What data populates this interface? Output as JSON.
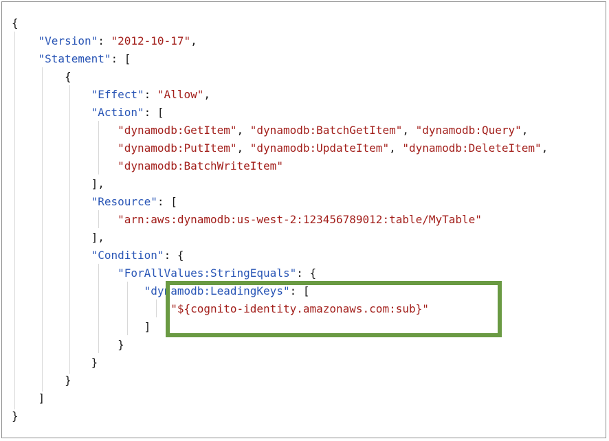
{
  "code": {
    "open_root": "{",
    "version_key": "\"Version\"",
    "version_value": "\"2012-10-17\"",
    "statement_key": "\"Statement\"",
    "effect_key": "\"Effect\"",
    "effect_value": "\"Allow\"",
    "action_key": "\"Action\"",
    "actions": [
      "\"dynamodb:GetItem\"",
      "\"dynamodb:BatchGetItem\"",
      "\"dynamodb:Query\"",
      "\"dynamodb:PutItem\"",
      "\"dynamodb:UpdateItem\"",
      "\"dynamodb:DeleteItem\"",
      "\"dynamodb:BatchWriteItem\""
    ],
    "resource_key": "\"Resource\"",
    "resource_value": "\"arn:aws:dynamodb:us-west-2:123456789012:table/MyTable\"",
    "condition_key": "\"Condition\"",
    "for_all_values_key": "\"ForAllValues:StringEquals\"",
    "leading_keys_key": "\"dynamodb:LeadingKeys\"",
    "leading_keys_value": "\"${cognito-identity.amazonaws.com:sub}\"",
    "close_root": "}"
  },
  "colors": {
    "key": "#2a56b6",
    "string": "#a3201c",
    "punctuation": "#1a1a1a",
    "highlight_border": "#6a9a43"
  }
}
